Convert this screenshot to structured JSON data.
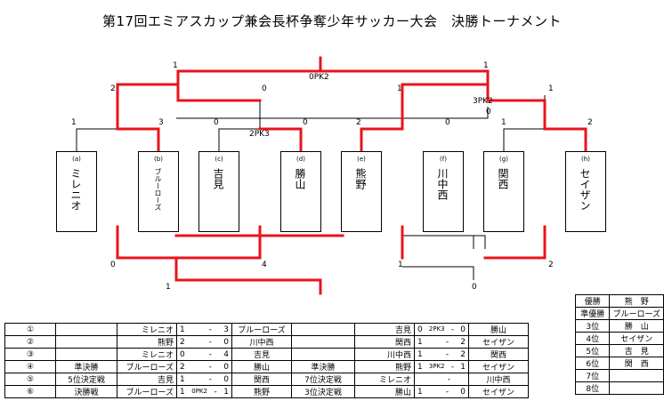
{
  "title": "第17回エミアスカップ兼会長杯争奪少年サッカー大会　決勝トーナメント",
  "teams": [
    {
      "code": "(a)",
      "name": "ミレニオ"
    },
    {
      "code": "(b)",
      "name": "ブルーローズ"
    },
    {
      "code": "(c)",
      "name": "吉見"
    },
    {
      "code": "(d)",
      "name": "勝山"
    },
    {
      "code": "(e)",
      "name": "熊野"
    },
    {
      "code": "(f)",
      "name": "川中西"
    },
    {
      "code": "(g)",
      "name": "関西"
    },
    {
      "code": "(h)",
      "name": "セイザン"
    }
  ],
  "bracket_scores": {
    "r1_a": "1",
    "r1_b": "3",
    "r1_c": "0",
    "r1_d": "0",
    "r1_pk_cd": "2PK3",
    "r1_e": "2",
    "r1_f": "0",
    "r1_g": "1",
    "r1_h": "2",
    "sf_left_a": "2",
    "sf_left_b": "0",
    "sf_right_a": "1",
    "sf_right_b": "1",
    "sf_right_pk": "3PK2",
    "sf_right_pk2": "0",
    "final_left": "1",
    "final_right": "1",
    "final_pk": "0PK2",
    "lower_left_1": "0",
    "lower_left_2": "4",
    "lower_right_1": "1",
    "lower_right_2": "2",
    "lower_final_left": "1",
    "lower_final_right": "0"
  },
  "results": [
    {
      "no": "①",
      "round1": "",
      "team1": "ミレニオ",
      "s1": "1",
      "pk1": "",
      "s2": "3",
      "team2": "ブルーローズ",
      "round2": "",
      "team3": "吉見",
      "s3": "0",
      "pk2": "2PK3",
      "s4": "0",
      "team4": "勝山"
    },
    {
      "no": "②",
      "round1": "",
      "team1": "熊野",
      "s1": "2",
      "pk1": "",
      "s2": "0",
      "team2": "川中西",
      "round2": "",
      "team3": "関西",
      "s3": "1",
      "pk2": "",
      "s4": "2",
      "team4": "セイザン"
    },
    {
      "no": "③",
      "round1": "",
      "team1": "ミレニオ",
      "s1": "0",
      "pk1": "",
      "s2": "4",
      "team2": "吉見",
      "round2": "",
      "team3": "川中西",
      "s3": "1",
      "pk2": "",
      "s4": "2",
      "team4": "関西"
    },
    {
      "no": "④",
      "round1": "準決勝",
      "team1": "ブルーローズ",
      "s1": "2",
      "pk1": "",
      "s2": "0",
      "team2": "勝山",
      "round2": "準決勝",
      "team3": "熊野",
      "s3": "1",
      "pk2": "3PK2",
      "s4": "1",
      "team4": "セイザン"
    },
    {
      "no": "⑤",
      "round1": "5位決定戦",
      "team1": "吉見",
      "s1": "1",
      "pk1": "",
      "s2": "0",
      "team2": "関西",
      "round2": "7位決定戦",
      "team3": "ミレニオ",
      "s3": "",
      "pk2": "",
      "s4": "",
      "team4": "川中西"
    },
    {
      "no": "⑥",
      "round1": "決勝戦",
      "team1": "ブルーローズ",
      "s1": "1",
      "pk1": "0PK2",
      "s2": "1",
      "team2": "熊野",
      "round2": "3位決定戦",
      "team3": "勝山",
      "s3": "1",
      "pk2": "",
      "s4": "0",
      "team4": "セイザン"
    }
  ],
  "ranking": [
    {
      "rank": "優勝",
      "name": "熊　野"
    },
    {
      "rank": "準優勝",
      "name": "ブルーローズ"
    },
    {
      "rank": "3位",
      "name": "勝　山"
    },
    {
      "rank": "4位",
      "name": "セイザン"
    },
    {
      "rank": "5位",
      "name": "吉　見"
    },
    {
      "rank": "6位",
      "name": "関　西"
    },
    {
      "rank": "7位",
      "name": ""
    },
    {
      "rank": "8位",
      "name": ""
    }
  ],
  "colors": {
    "winner_line": "#e8141c",
    "line": "#000000",
    "lower_line": "#7a7a7a"
  }
}
